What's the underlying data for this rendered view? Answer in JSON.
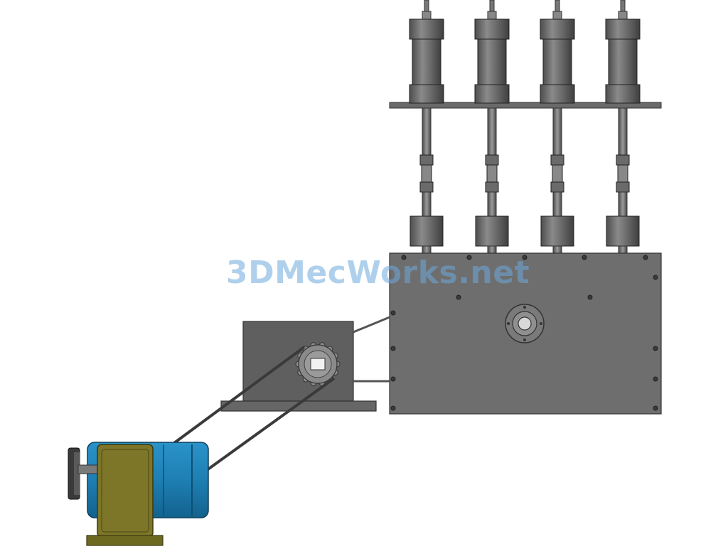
{
  "watermark": {
    "text": "3DMecWorks.net"
  },
  "colors": {
    "background": "#ffffff",
    "steel": "#6b6b6b",
    "steel_dark": "#4a4a4a",
    "steel_light": "#8a8a8a",
    "motor_blue": "#1f7fb4",
    "gearbox_olive": "#7a7426",
    "belt": "#3a3a3a"
  },
  "scene": {
    "description_units": [
      "cylinder",
      "cylinder",
      "cylinder",
      "cylinder"
    ]
  }
}
